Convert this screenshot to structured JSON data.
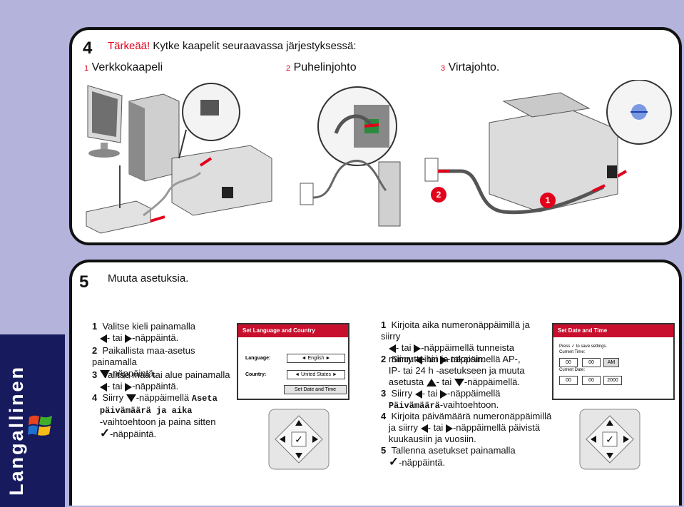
{
  "sidebar": {
    "label": "Langallinen"
  },
  "step4": {
    "number": "4",
    "important": "Tärkeää!",
    "instruction": " Kytke kaapelit seuraavassa järjestyksessä:",
    "cables": [
      {
        "num": "1",
        "label": "Verkkokaapeli"
      },
      {
        "num": "2",
        "label": "Puhelinjohto"
      },
      {
        "num": "3",
        "label": "Virtajohto."
      }
    ],
    "badges": [
      "2",
      "1"
    ]
  },
  "step5": {
    "number": "5",
    "title": "Muuta asetuksia.",
    "left_steps": {
      "s1a": "Valitse kieli painamalla",
      "s1b": "- tai",
      "s1c": "-näppäintä.",
      "s2a": "Paikallista maa-asetus painamalla",
      "s2b": "-näppäintä.",
      "s3a": "Valitse maa tai alue painamalla",
      "s3b": "- tai",
      "s3c": "-näppäintä.",
      "s4a": "Siirry",
      "s4b": "-näppäimellä",
      "s4mono1": "Aseta",
      "s4mono2": "päivämäärä ja aika",
      "s4c": "-vaihtoehtoon ja paina sitten",
      "s4d": "-näppäintä."
    },
    "lcd1": {
      "title": "Set Language and Country",
      "language_label": "Language:",
      "language_value": "English",
      "country_label": "Country:",
      "country_value": "United States",
      "button": "Set Date and Time"
    },
    "right_steps": {
      "s1a": "Kirjoita aika numeronäppäimillä ja siirry",
      "s1b": "- tai",
      "s1c": "-näppäimellä tunneista",
      "s1d": "minuutteihin ja takaisin.",
      "s2a": "Siirry",
      "s2b": "- tai",
      "s2c": "-näppäimellä AP-,",
      "s2d": "IP- tai 24 h -asetukseen ja muuta",
      "s2e": "asetusta",
      "s2f": "- tai",
      "s2g": "-näppäimellä.",
      "s3a": "Siirry",
      "s3b": "- tai",
      "s3c": "-näppäimellä",
      "s3mono": "Päivämäärä",
      "s3d": "-vaihtoehtoon.",
      "s4a": "Kirjoita päivämäärä numeronäppäimillä",
      "s4b": "ja siirry",
      "s4c": "- tai",
      "s4d": "-näppäimellä päivistä",
      "s4e": "kuukausiin ja vuosiin.",
      "s5a": "Tallenna asetukset painamalla",
      "s5b": "-näppäintä."
    },
    "lcd2": {
      "title": "Set Date and Time",
      "press": "Press",
      "press_tail": "to save settings.",
      "time_label": "Current Time:",
      "hour": "00",
      "minute": "00",
      "ampm": "AM",
      "date_label": "Current Date:",
      "month": "00",
      "day": "00",
      "year": "2000"
    },
    "step_numbers": [
      "1",
      "2",
      "3",
      "4",
      "5"
    ]
  },
  "colors": {
    "accent_red": "#e3001b",
    "sidebar_navy": "#171b5e",
    "background": "#b3b3dc"
  }
}
